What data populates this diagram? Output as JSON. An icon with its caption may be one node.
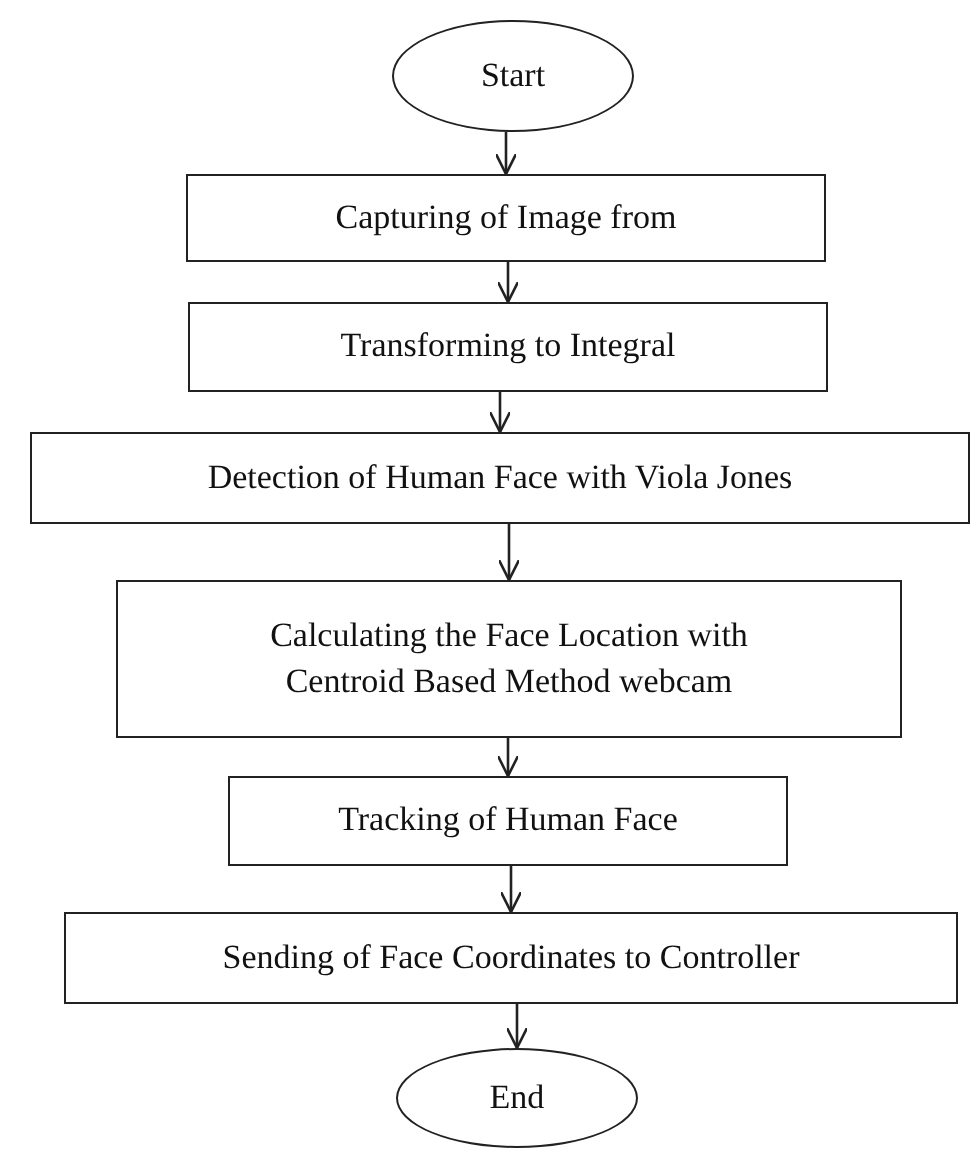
{
  "diagram": {
    "nodes": [
      {
        "text": [
          "Start"
        ]
      },
      {
        "text": [
          "Capturing of Image from"
        ]
      },
      {
        "text": [
          "Transforming to Integral"
        ]
      },
      {
        "text": [
          "Detection of Human Face with Viola Jones"
        ]
      },
      {
        "text": [
          "Calculating the Face Location with Centroid Based Method webcam"
        ]
      },
      {
        "text": [
          "Tracking of Human Face"
        ]
      },
      {
        "text": [
          "Sending of Face Coordinates to Controller"
        ]
      },
      {
        "text": [
          "End"
        ]
      }
    ],
    "edges": [
      {
        "from": 0,
        "to": 1,
        "arrow": "to"
      },
      {
        "from": 1,
        "to": 2,
        "arrow": "to"
      },
      {
        "from": 2,
        "to": 3,
        "arrow": "to"
      },
      {
        "from": 3,
        "to": 4,
        "arrow": "to"
      },
      {
        "from": 4,
        "to": 5,
        "arrow": "to"
      },
      {
        "from": 5,
        "to": 6,
        "arrow": "to"
      },
      {
        "from": 6,
        "to": 7,
        "arrow": "to"
      }
    ]
  }
}
